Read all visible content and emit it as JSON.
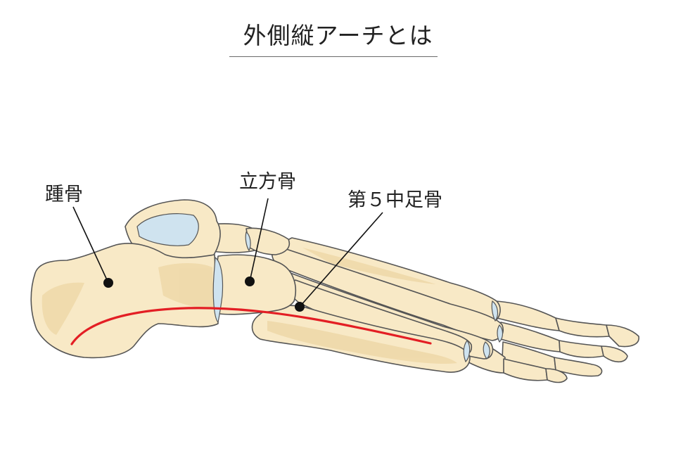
{
  "title": "外側縦アーチとは",
  "labels": {
    "calcaneus": "踵骨",
    "cuboid": "立方骨",
    "fifth_metatarsal": "第５中足骨"
  },
  "colors": {
    "bone_fill": "#f8e9c6",
    "bone_outline": "#555555",
    "bone_shadow": "#eed8a8",
    "cartilage": "#cfe3ef",
    "arch_line": "#e31e24",
    "leader": "#111111"
  }
}
